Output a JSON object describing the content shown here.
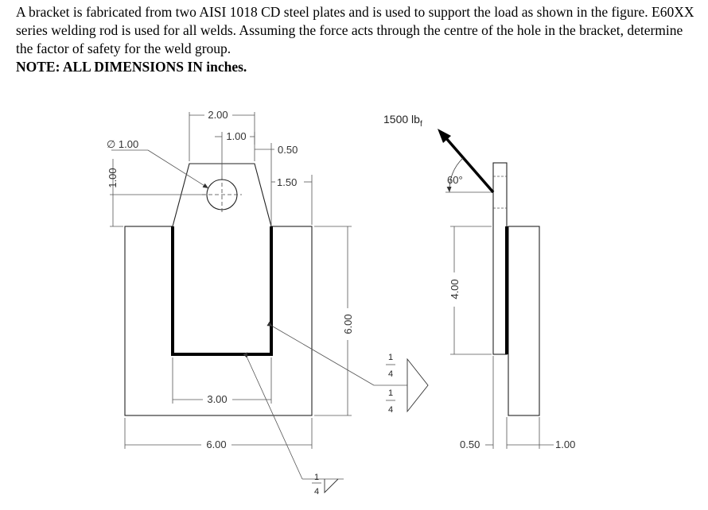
{
  "problem": {
    "text": "A bracket is fabricated from two AISI 1018 CD steel plates and is used to support the load as shown in the figure. E60XX series welding rod is used for all welds. Assuming the force acts through the centre of the hole in the bracket, determine the factor of safety for the weld group.",
    "note": "NOTE:  ALL DIMENSIONS IN inches."
  },
  "front_view": {
    "dim_top_width": "2.00",
    "dim_hole_offset": "1.00",
    "dim_hole_diameter": "∅ 1.00",
    "dim_hole_height": "1.00",
    "dim_side_small": "0.50",
    "dim_side_large": "1.50",
    "dim_total_height": "6.00",
    "dim_weld_width": "3.00",
    "dim_base_width": "6.00"
  },
  "side_view": {
    "force_value": "1500 lb",
    "force_sub": "f",
    "angle": "60°",
    "dim_weld_length": "4.00",
    "dim_thickness_left": "0.50",
    "dim_thickness_right": "1.00"
  },
  "weld_symbols": {
    "num": "1",
    "den": "4"
  }
}
